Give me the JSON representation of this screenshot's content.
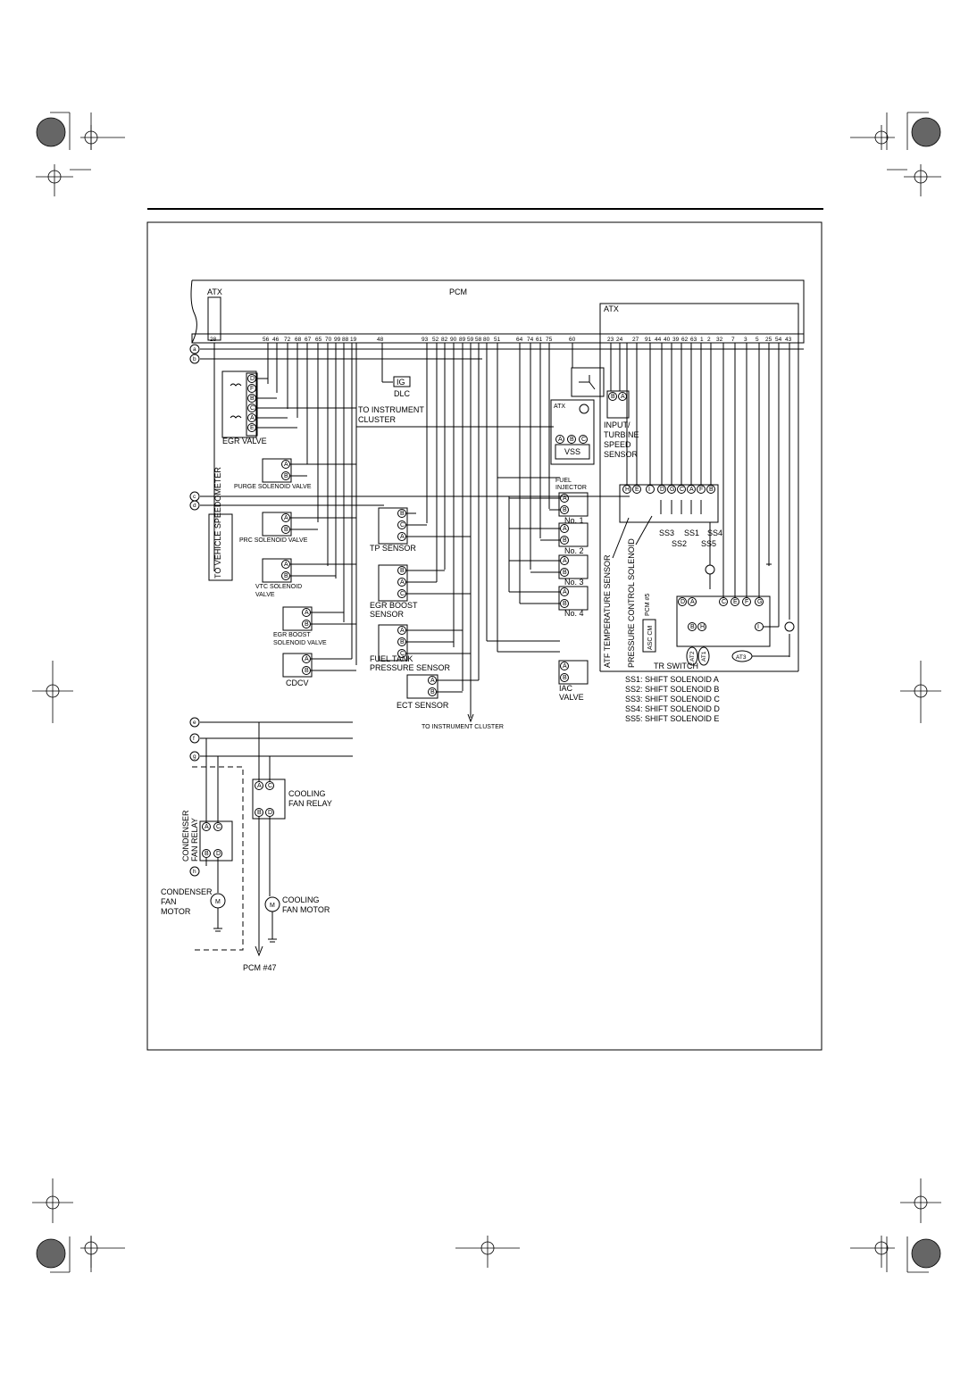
{
  "pcm": {
    "title": "PCM",
    "atx_left": "ATX",
    "atx_right": "ATX"
  },
  "bus_letters": [
    "a",
    "b",
    "c",
    "d",
    "e",
    "f",
    "g",
    "h"
  ],
  "pins_left": [
    "28",
    "56",
    "46",
    "72",
    "68",
    "67",
    "65",
    "70",
    "99",
    "88",
    "19",
    "48"
  ],
  "pins_mid": [
    "93",
    "52",
    "82",
    "90",
    "89",
    "59",
    "58",
    "80",
    "51",
    "64",
    "74",
    "61",
    "75",
    "60"
  ],
  "pins_right": [
    "23",
    "24",
    "27",
    "91",
    "44",
    "40",
    "39",
    "62",
    "63",
    "1",
    "2",
    "32",
    "7",
    "3",
    "5",
    "25",
    "54",
    "43"
  ],
  "labels": {
    "egr_valve": "EGR VALVE",
    "to_instrument_cluster_top": "TO INSTRUMENT",
    "to_instrument_cluster_top2": "CLUSTER",
    "ig": "IG",
    "dlc": "DLC",
    "purge_solenoid": "PURGE SOLENOID VALVE",
    "to_vehicle_speedometer": "TO VEHICLE SPEEDOMETER",
    "prc_solenoid": "PRC SOLENOID VALVE",
    "vtc_solenoid_1": "VTC SOLENOID",
    "vtc_solenoid_2": "VALVE",
    "egr_boost_sol_1": "EGR BOOST",
    "egr_boost_sol_2": "SOLENOID VALVE",
    "cdcv": "CDCV",
    "tp_sensor": "TP SENSOR",
    "egr_boost_sensor_1": "EGR BOOST",
    "egr_boost_sensor_2": "SENSOR",
    "fuel_tank_1": "FUEL TANK",
    "fuel_tank_2": "PRESSURE SENSOR",
    "ect_sensor": "ECT SENSOR",
    "to_instrument_cluster_bottom": "TO INSTRUMENT CLUSTER",
    "vss": "VSS",
    "atx_vss": "ATX",
    "fuel_injector_1": "FUEL",
    "fuel_injector_2": "INJECTOR",
    "inj_no1": "No. 1",
    "inj_no2": "No. 2",
    "inj_no3": "No. 3",
    "inj_no4": "No. 4",
    "iac_1": "IAC",
    "iac_2": "VALVE",
    "input_turbine_1": "INPUT/",
    "input_turbine_2": "TURBINE",
    "input_turbine_3": "SPEED",
    "input_turbine_4": "SENSOR",
    "atf_temp_sensor": "ATF TEMPERATURE SENSOR",
    "pressure_control_solenoid": "PRESSURE CONTROL SOLENOID",
    "pcm5": "PCM #5",
    "asc_cm": "ASC CM",
    "ss3": "SS3",
    "ss1": "SS1",
    "ss4": "SS4",
    "ss2": "SS2",
    "ss5": "SS5",
    "tr_switch": "TR SWITCH",
    "at1": "AT1",
    "at2": "AT2",
    "at3": "AT3",
    "cooling_fan_relay_1": "COOLING",
    "cooling_fan_relay_2": "FAN RELAY",
    "condenser_fan_relay_1": "CONDENSER",
    "condenser_fan_relay_2": "FAN RELAY",
    "condenser_fan_motor_1": "CONDENSER",
    "condenser_fan_motor_2": "FAN",
    "condenser_fan_motor_3": "MOTOR",
    "cooling_fan_motor_1": "COOLING",
    "cooling_fan_motor_2": "FAN MOTOR",
    "pcm47": "PCM #47",
    "m": "M"
  },
  "legend": [
    "SS1: SHIFT SOLENOID A",
    "SS2: SHIFT SOLENOID B",
    "SS3: SHIFT SOLENOID C",
    "SS4: SHIFT SOLENOID D",
    "SS5: SHIFT SOLENOID E"
  ]
}
